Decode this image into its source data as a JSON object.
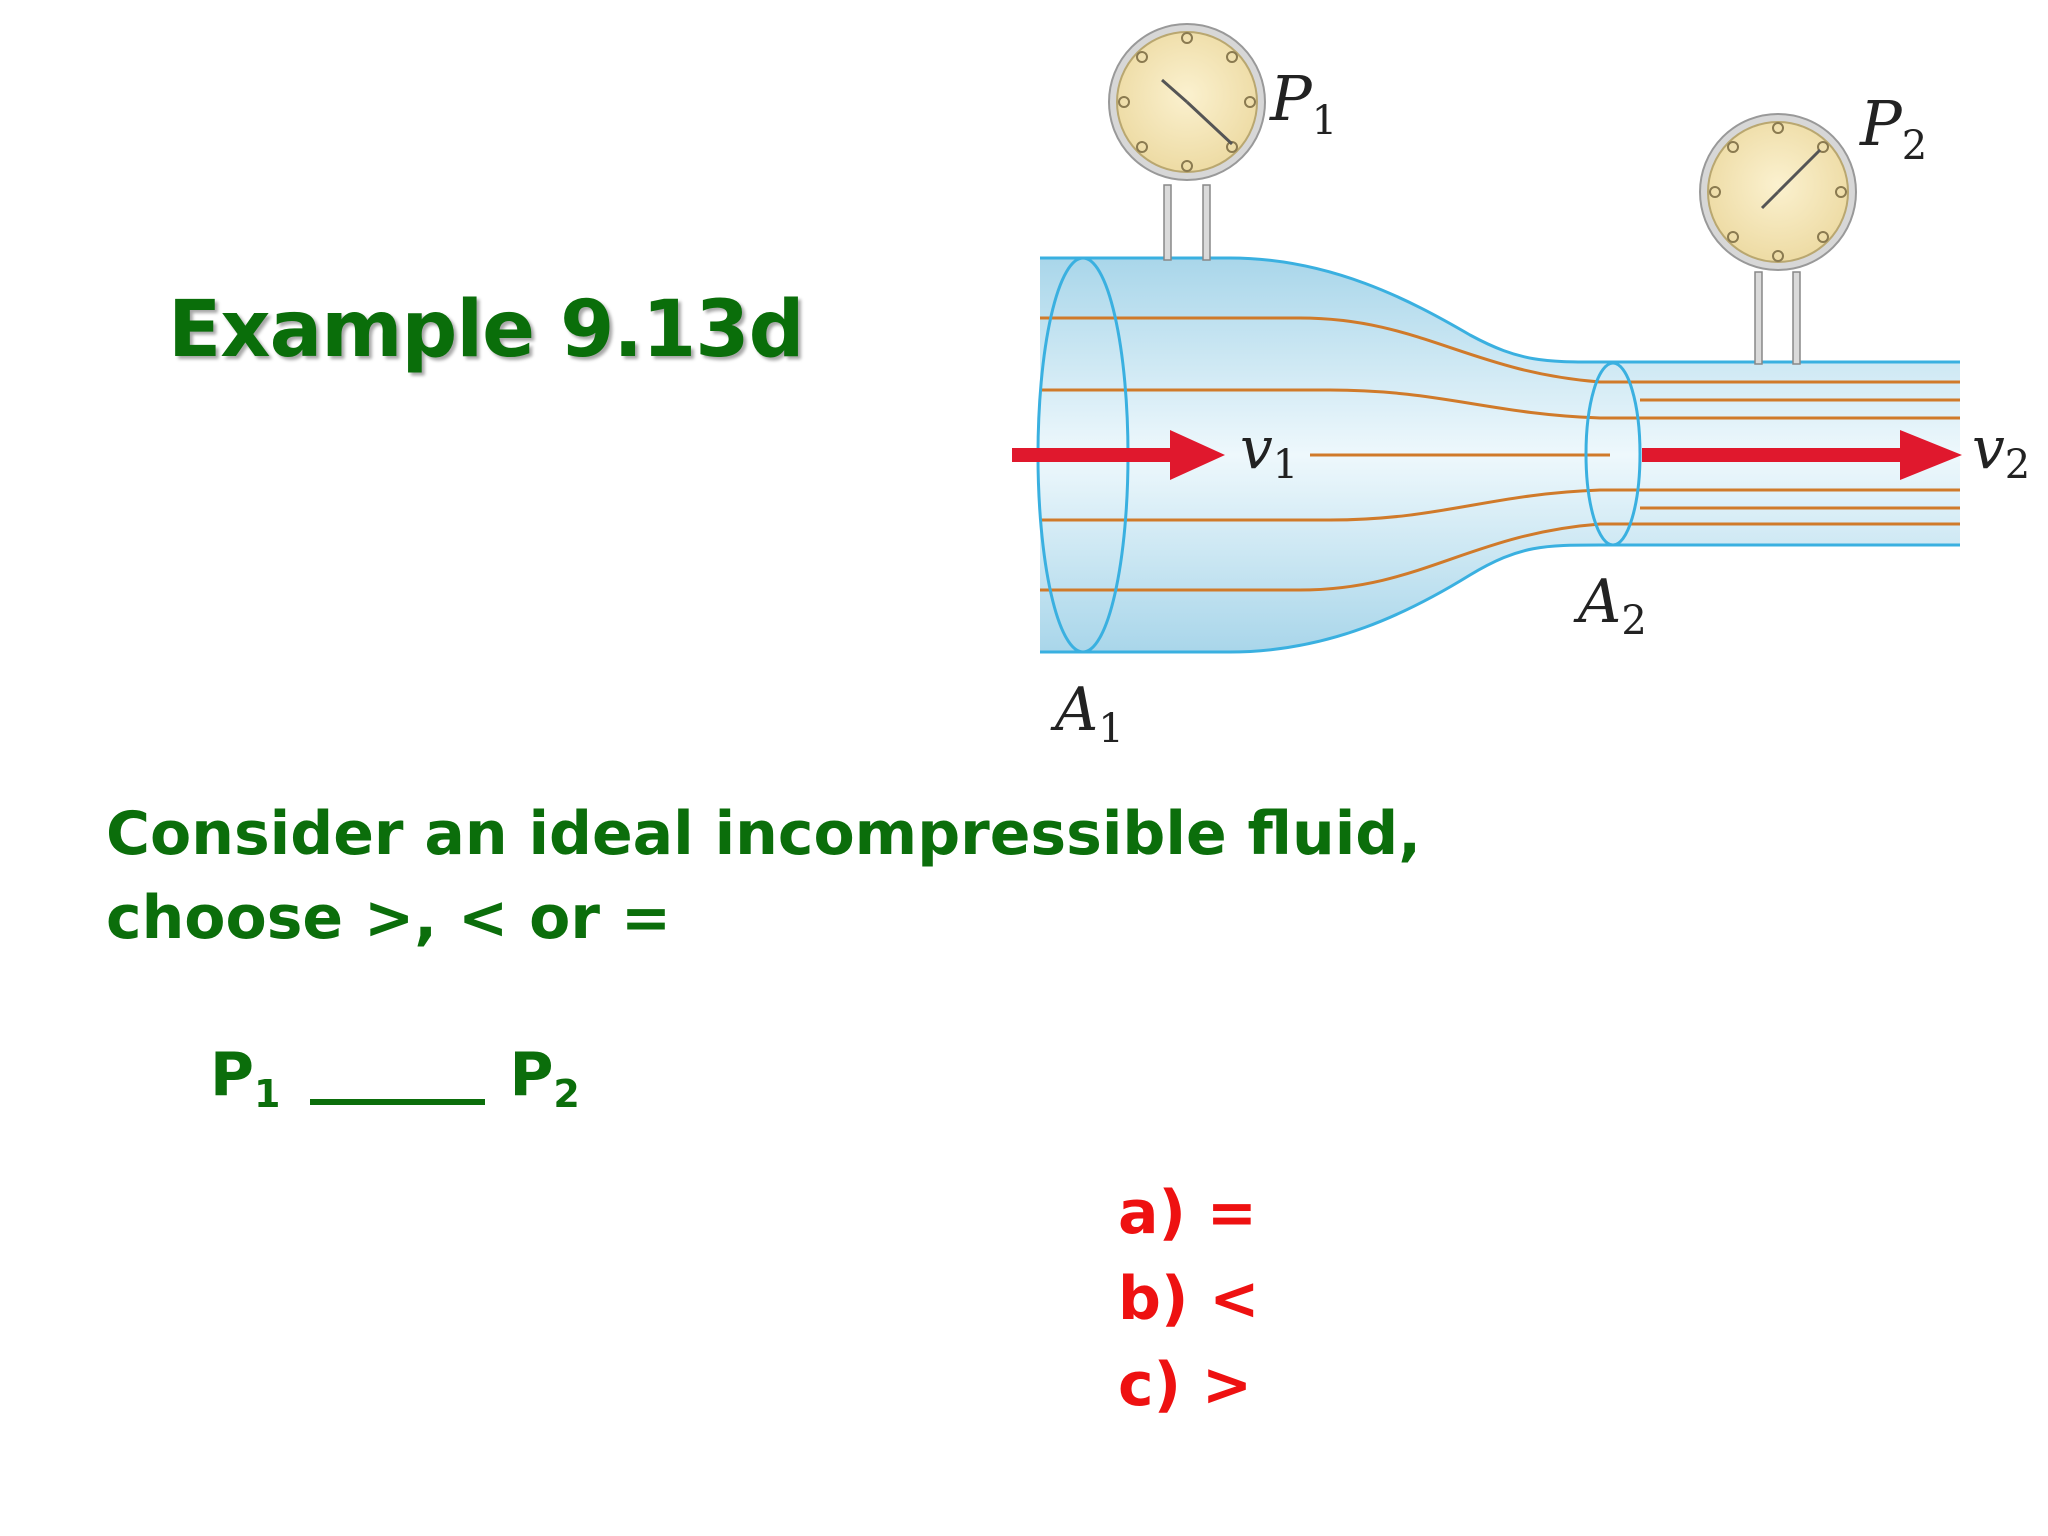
{
  "slide": {
    "title": "Example 9.13d",
    "question_line1": "Consider an ideal incompressible fluid,",
    "question_line2": "choose >, < or =",
    "compare_left": "P",
    "compare_left_sub": "1",
    "compare_right": "P",
    "compare_right_sub": "2",
    "choices": [
      "a) =",
      "b) <",
      "c) >"
    ]
  },
  "diagram": {
    "gauge1_label": "P",
    "gauge1_sub": "1",
    "gauge2_label": "P",
    "gauge2_sub": "2",
    "v1_label": "v",
    "v1_sub": "1",
    "v2_label": "v",
    "v2_sub": "2",
    "a1_label": "A",
    "a1_sub": "1",
    "a2_label": "A",
    "a2_sub": "2",
    "colors": {
      "title": "#0a6e0a",
      "text": "#0b6e0b",
      "choices": "#ee1111",
      "arrow": "#e0182d",
      "pipe_outline": "#3ab0e0",
      "streamline": "#d07a2a",
      "gauge_face": "#f6e6b4"
    }
  }
}
